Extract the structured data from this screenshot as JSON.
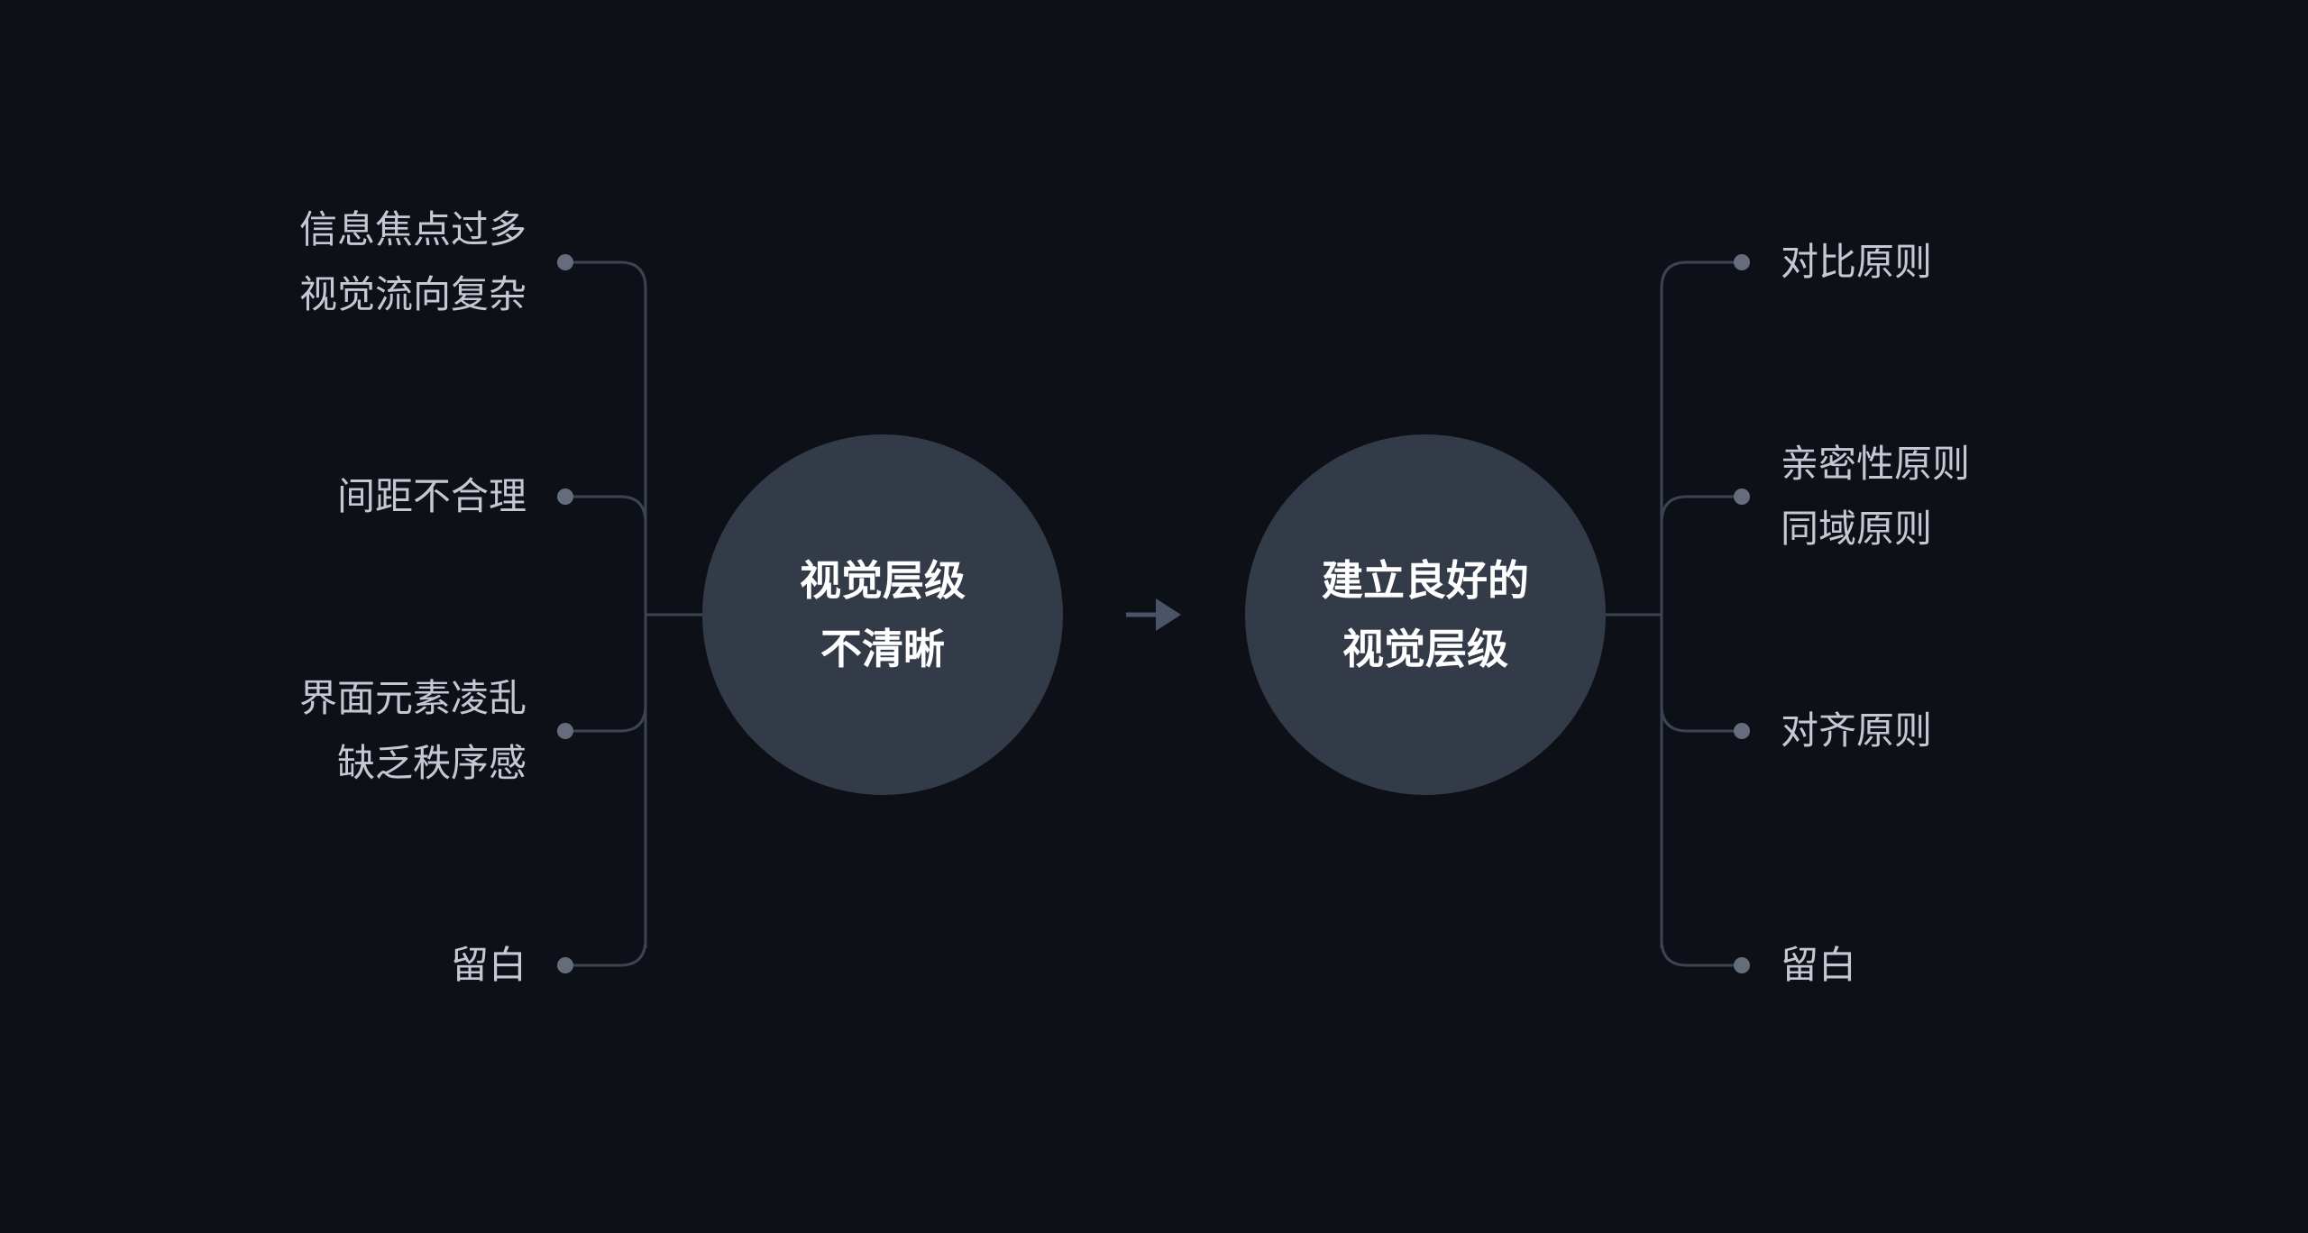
{
  "colors": {
    "background": "#0d1117",
    "circle": "#343b48",
    "connector": "#3d4451",
    "dot": "#656d7c",
    "arrow": "#4b5467",
    "label_text": "#c3c8d2",
    "circle_text": "#ffffff"
  },
  "left": {
    "center": {
      "lines": [
        "视觉层级",
        "不清晰"
      ]
    },
    "items": [
      {
        "lines": [
          "信息焦点过多",
          "视觉流向复杂"
        ]
      },
      {
        "lines": [
          "间距不合理"
        ]
      },
      {
        "lines": [
          "界面元素凌乱",
          "缺乏秩序感"
        ]
      },
      {
        "lines": [
          "留白"
        ]
      }
    ]
  },
  "right": {
    "center": {
      "lines": [
        "建立良好的",
        "视觉层级"
      ]
    },
    "items": [
      {
        "lines": [
          "对比原则"
        ]
      },
      {
        "lines": [
          "亲密性原则",
          "同域原则"
        ]
      },
      {
        "lines": [
          "对齐原则"
        ]
      },
      {
        "lines": [
          "留白"
        ]
      }
    ]
  }
}
